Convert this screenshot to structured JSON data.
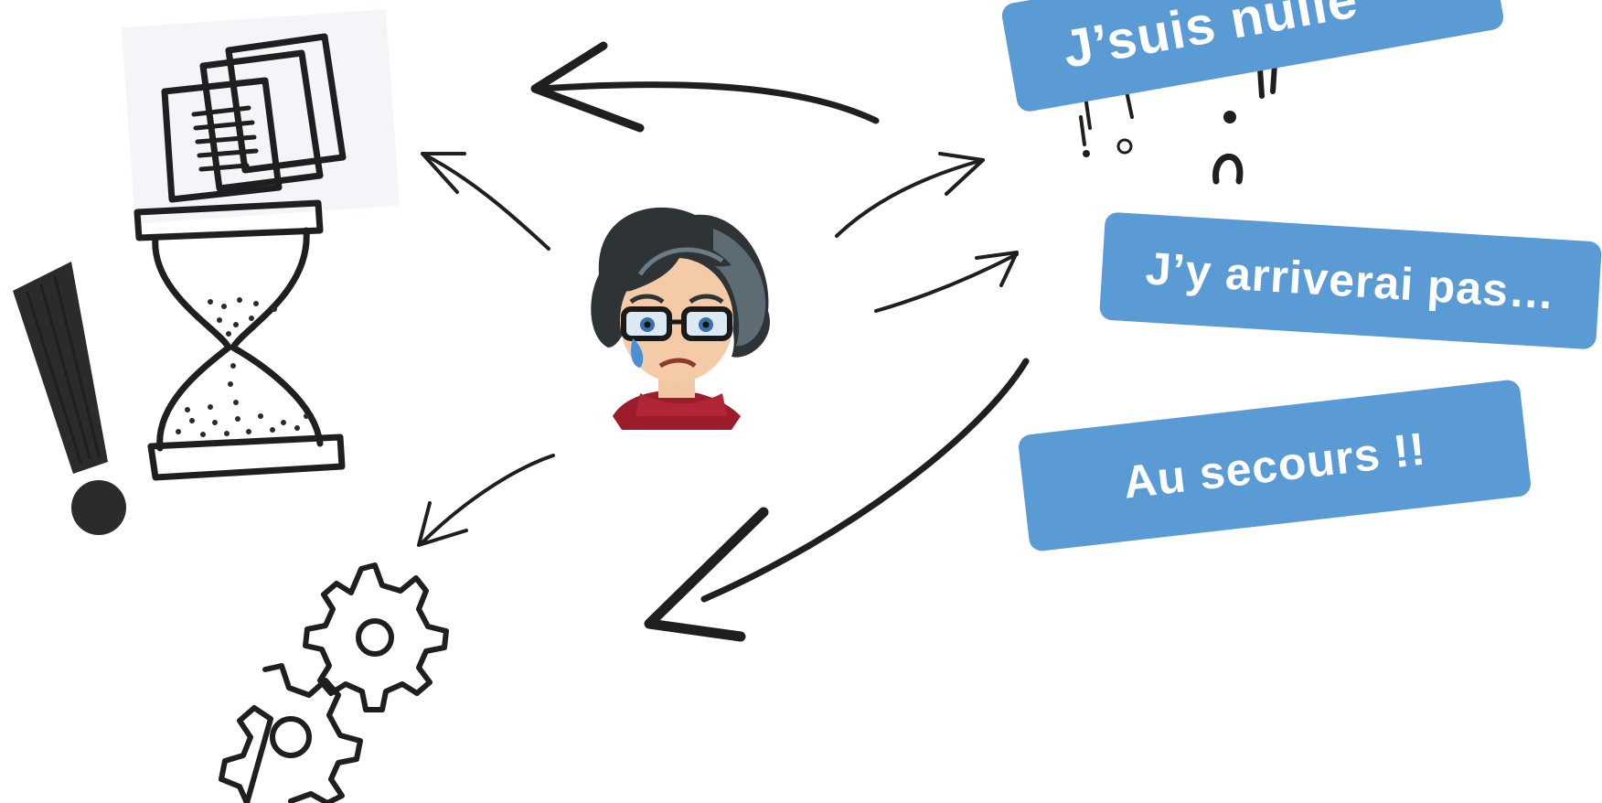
{
  "bubbles": {
    "first": "J’suis nulle",
    "second": "J’y arriverai pas…",
    "third": "Au secours !!"
  },
  "colors": {
    "bubble_fill": "#5b9bd5",
    "bubble_text": "#ffffff",
    "ink": "#1f1f1f"
  },
  "icons": {
    "documents": "stack-of-papers-icon",
    "hourglass": "hourglass-icon",
    "exclamation": "exclamation-mark-icon",
    "gears": "gears-icon",
    "avatar": "crying-woman-avatar",
    "confused_people": "confused-people-icon"
  }
}
